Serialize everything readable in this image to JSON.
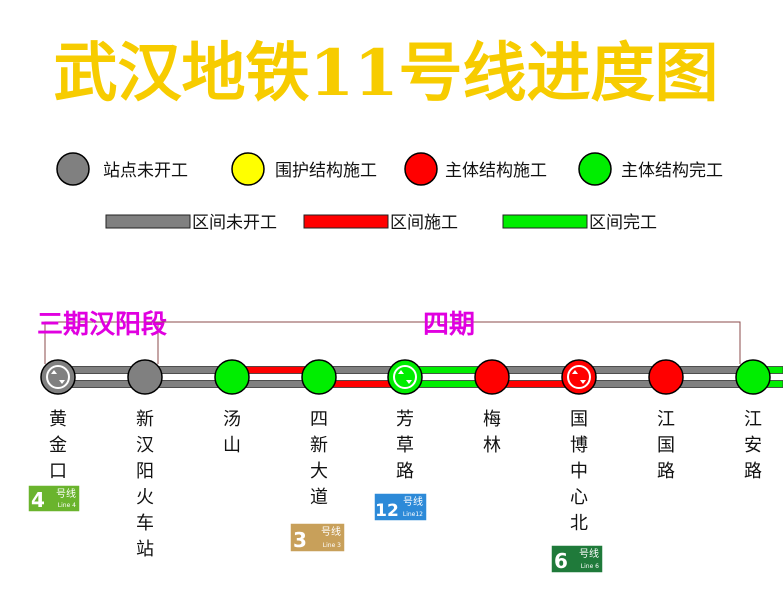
{
  "title": "武汉地铁11号线进度图",
  "colors": {
    "title": "#f7cc00",
    "gray": "#808080",
    "yellow": "#ffff00",
    "red": "#ff0000",
    "green": "#00ee00",
    "segment_text": "#e000e0",
    "bracket": "#8b4b4b"
  },
  "legend": {
    "stations": [
      {
        "label": "站点未开工",
        "color": "#808080"
      },
      {
        "label": "围护结构施工",
        "color": "#ffff00"
      },
      {
        "label": "主体结构施工",
        "color": "#ff0000"
      },
      {
        "label": "主体结构完工",
        "color": "#00ee00"
      }
    ],
    "sections": [
      {
        "label": "区间未开工",
        "color": "#808080"
      },
      {
        "label": "区间施工",
        "color": "#ff0000"
      },
      {
        "label": "区间完工",
        "color": "#00ee00"
      }
    ]
  },
  "segments": [
    {
      "label": "三期汉阳段"
    },
    {
      "label": "四期"
    }
  ],
  "stations": [
    {
      "name": "黄金口",
      "status": "gray",
      "transfer": true,
      "badge": {
        "line": "4",
        "cn": "号线",
        "en": "Line 4",
        "color": "#6ab42d"
      }
    },
    {
      "name": "新汉阳火车站",
      "status": "gray",
      "transfer": false
    },
    {
      "name": "汤山",
      "status": "green",
      "transfer": false
    },
    {
      "name": "四新大道",
      "status": "green",
      "transfer": false,
      "badge": {
        "line": "3",
        "cn": "号线",
        "en": "Line 3",
        "color": "#c8a05a"
      }
    },
    {
      "name": "芳草路",
      "status": "green",
      "transfer": true,
      "badge": {
        "line": "12",
        "cn": "号线",
        "en": "Line12",
        "color": "#2d8ad8"
      }
    },
    {
      "name": "梅林",
      "status": "red",
      "transfer": false
    },
    {
      "name": "国博中心北",
      "status": "red",
      "transfer": true,
      "badge": {
        "line": "6",
        "cn": "号线",
        "en": "Line 6",
        "color": "#1f7a3a"
      }
    },
    {
      "name": "江国路",
      "status": "red",
      "transfer": false
    },
    {
      "name": "江安路",
      "status": "green",
      "transfer": false
    }
  ],
  "sections": [
    {
      "top": "gray",
      "bottom": "gray"
    },
    {
      "top": "gray",
      "bottom": "gray"
    },
    {
      "top": "red",
      "bottom": "gray"
    },
    {
      "top": "gray",
      "bottom": "red"
    },
    {
      "top": "green",
      "bottom": "green"
    },
    {
      "top": "gray",
      "bottom": "red"
    },
    {
      "top": "gray",
      "bottom": "gray"
    },
    {
      "top": "gray",
      "bottom": "gray"
    },
    {
      "top": "green",
      "bottom": "green"
    }
  ]
}
